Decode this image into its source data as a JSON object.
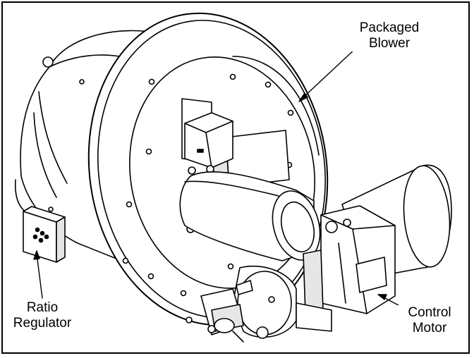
{
  "labels": {
    "packaged_blower": [
      "Packaged",
      "Blower"
    ],
    "ratio_regulator": [
      "Ratio",
      "Regulator"
    ],
    "control_motor": [
      "Control",
      "Motor"
    ]
  },
  "colors": {
    "line": "#000000",
    "fill": "#ffffff",
    "shade": "#e6e6e6"
  }
}
